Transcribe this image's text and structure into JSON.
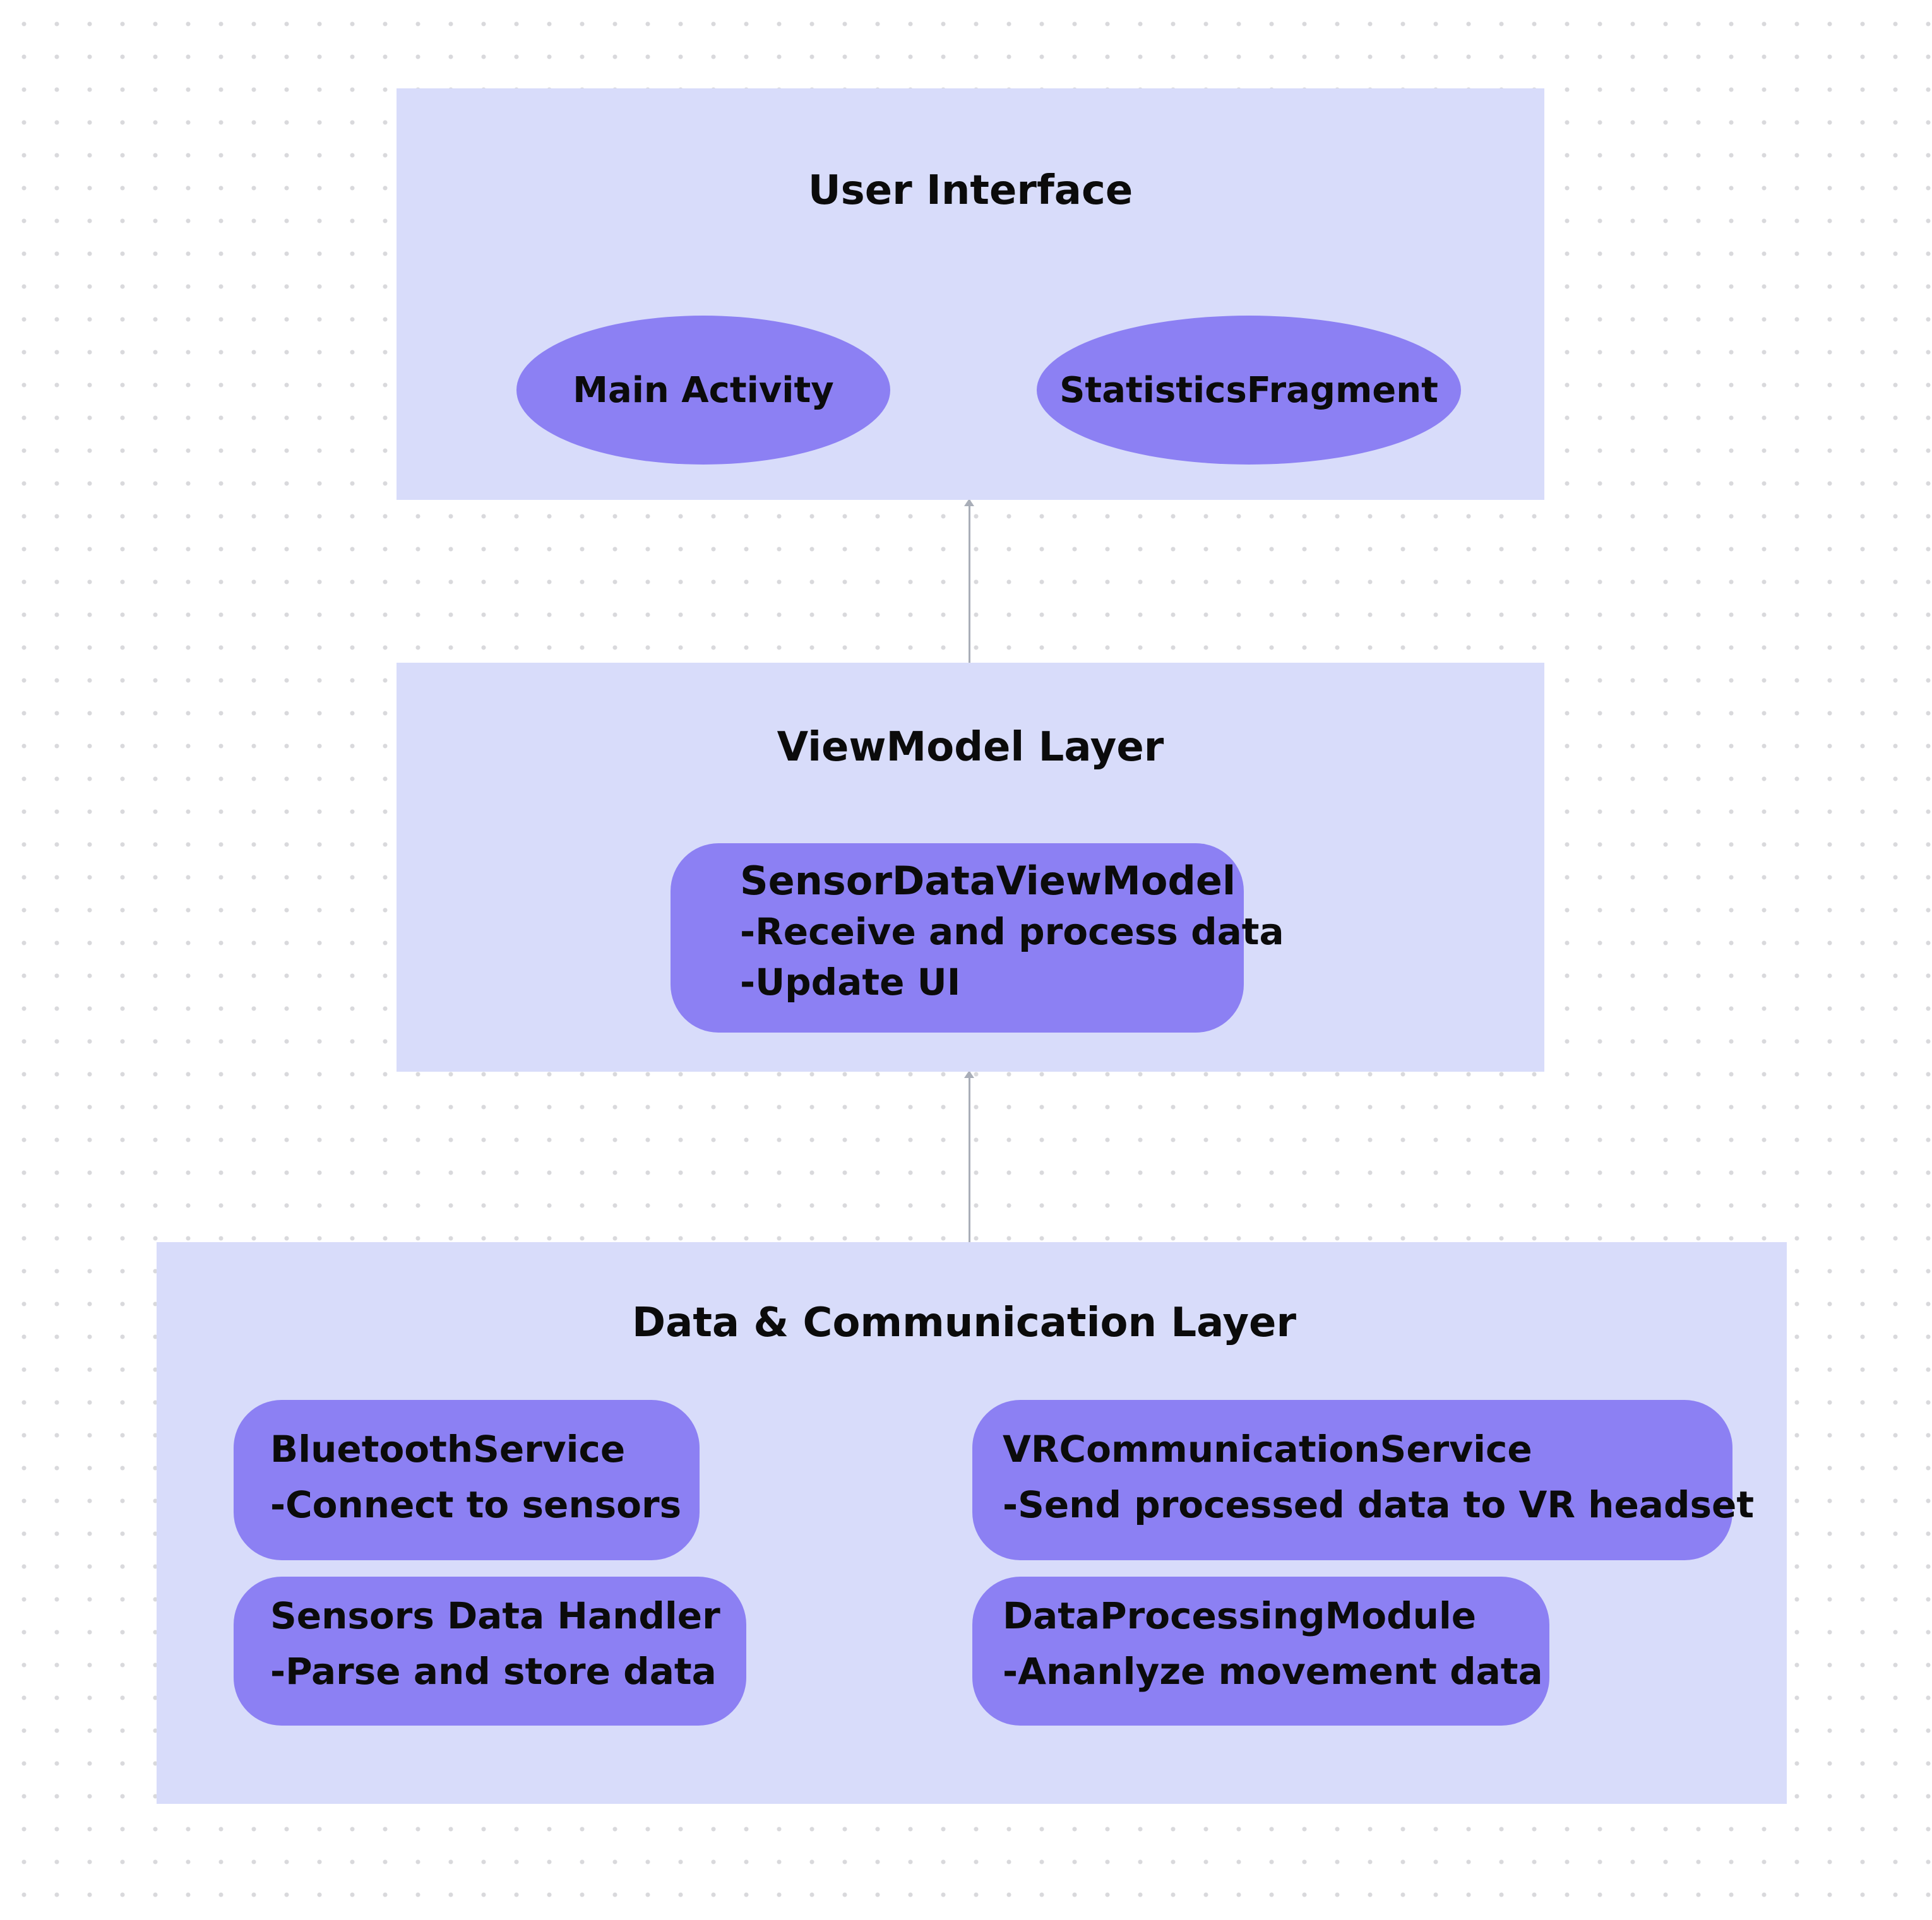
{
  "colors": {
    "layer_fill": "#d8dcfa",
    "node_fill": "#8c80f3",
    "connector": "#a9aeb8",
    "text": "#0b0b0b"
  },
  "layers": {
    "ui": {
      "title": "User Interface",
      "nodes": [
        "Main Activity",
        "StatisticsFragment"
      ]
    },
    "viewmodel": {
      "title": "ViewModel Layer",
      "node": {
        "name": "SensorDataViewModel",
        "lines": [
          "-Receive and process data",
          "-Update UI"
        ]
      }
    },
    "data": {
      "title": "Data & Communication Layer",
      "nodes": [
        {
          "name": "BluetoothService",
          "lines": [
            "-Connect to sensors"
          ]
        },
        {
          "name": "VRCommunicationService",
          "lines": [
            "-Send processed data to VR headset"
          ]
        },
        {
          "name": "Sensors Data Handler",
          "lines": [
            "-Parse and store data"
          ]
        },
        {
          "name": "DataProcessingModule",
          "lines": [
            "-Ananlyze movement data"
          ]
        }
      ]
    }
  },
  "connections": [
    {
      "from": "viewmodel",
      "to": "ui"
    },
    {
      "from": "data",
      "to": "viewmodel"
    }
  ]
}
